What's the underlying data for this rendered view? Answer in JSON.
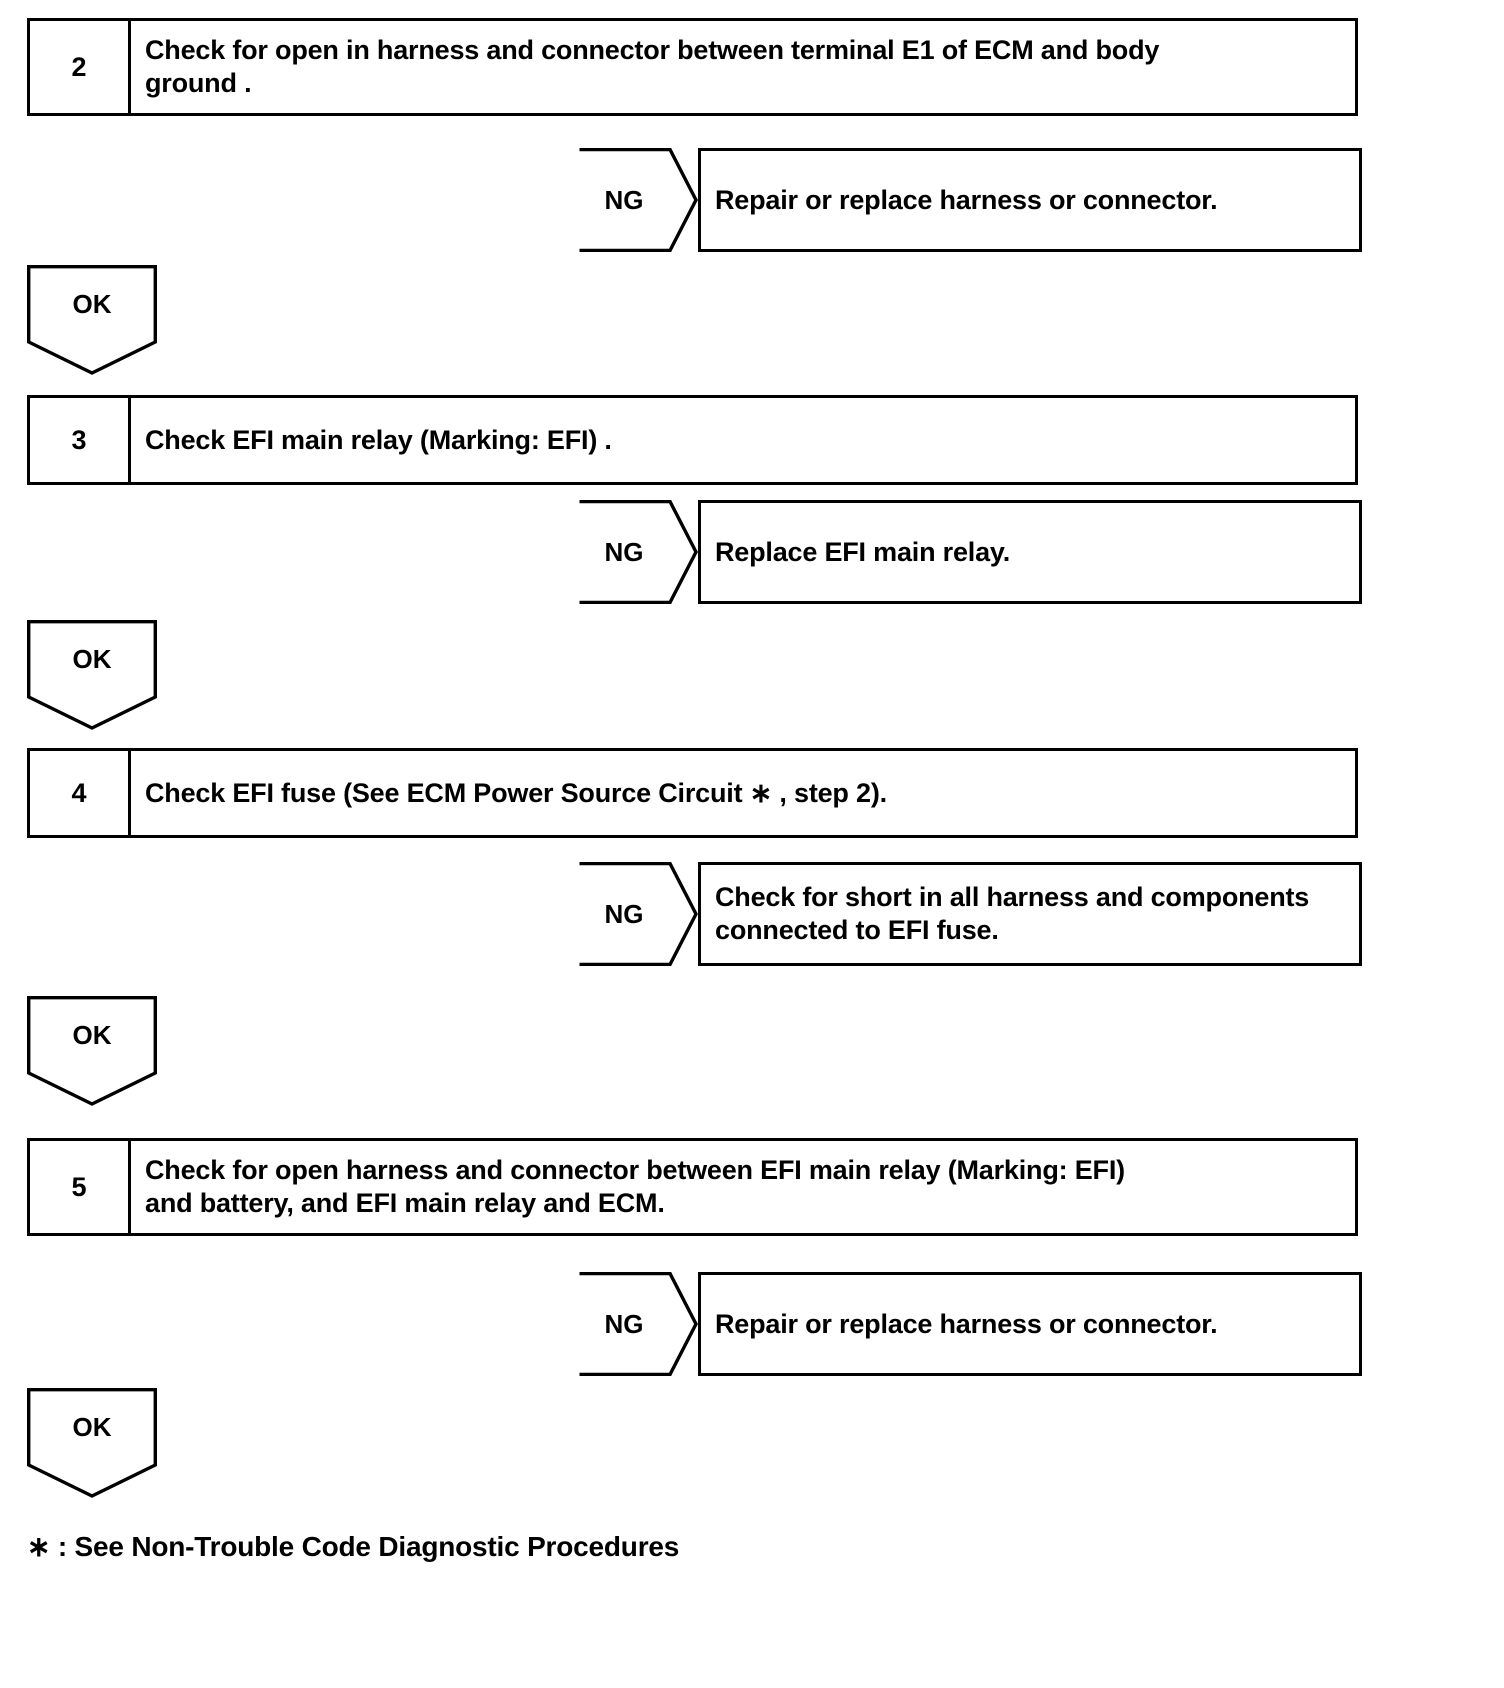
{
  "document": {
    "type": "diagnostic-flowchart",
    "title": "ECM Power Source Circuit Diagnostic Flowchart"
  },
  "steps": [
    {
      "number": "2",
      "text_line1": "Check for open in harness and connector between terminal E1 of ECM and body",
      "text_line2": "ground ."
    },
    {
      "number": "3",
      "text_line1": "Check EFI main relay (Marking: EFI) .",
      "text_line2": ""
    },
    {
      "number": "4",
      "text_line1": "Check EFI fuse (See ECM Power Source Circuit ∗ , step 2).",
      "text_line2": ""
    },
    {
      "number": "5",
      "text_line1": "Check for open harness and connector between EFI main relay (Marking: EFI)",
      "text_line2": "and battery, and EFI main relay and ECM."
    }
  ],
  "ng_branches": [
    {
      "label": "NG",
      "text_line1": "Repair or replace harness or connector.",
      "text_line2": ""
    },
    {
      "label": "NG",
      "text_line1": "Replace EFI main relay.",
      "text_line2": ""
    },
    {
      "label": "NG",
      "text_line1": "Check for short in all harness and components",
      "text_line2": "connected to EFI fuse."
    },
    {
      "label": "NG",
      "text_line1": "Repair or replace harness or connector.",
      "text_line2": ""
    }
  ],
  "ok_branches": [
    {
      "label": "OK"
    },
    {
      "label": "OK"
    },
    {
      "label": "OK"
    },
    {
      "label": "OK"
    }
  ],
  "footnote": {
    "text": "∗ : See Non-Trouble Code Diagnostic Procedures"
  },
  "colors": {
    "ink": "#000000",
    "paper": "#ffffff"
  }
}
